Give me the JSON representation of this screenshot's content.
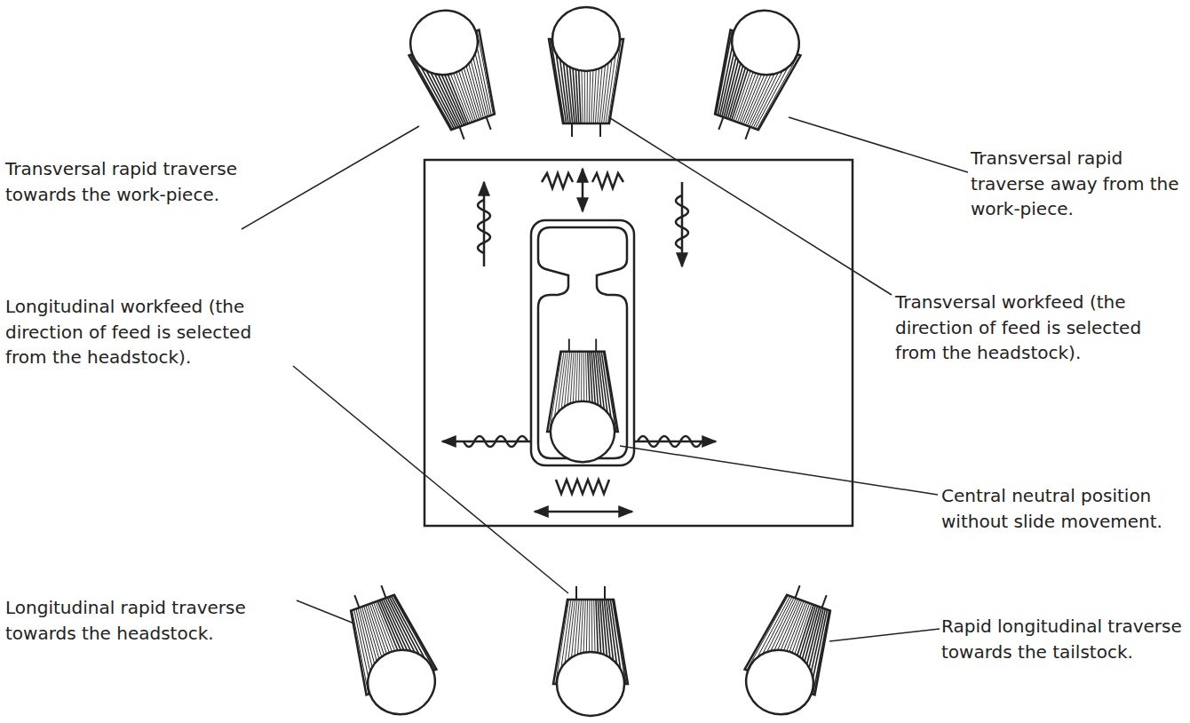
{
  "diagram": {
    "labels": [
      "Transversal rapid traverse towards the work-piece.",
      "Longitudinal workfeed (the direction of feed is selected from the headstock).",
      "Longitudinal rapid traverse towards the headstock.",
      "Transversal rapid traverse away from the work-piece.",
      "Transversal workfeed (the direction of feed is selected from the headstock).",
      "Central neutral position without slide movement.",
      "Rapid longitudinal traverse towards the tailstock."
    ]
  }
}
